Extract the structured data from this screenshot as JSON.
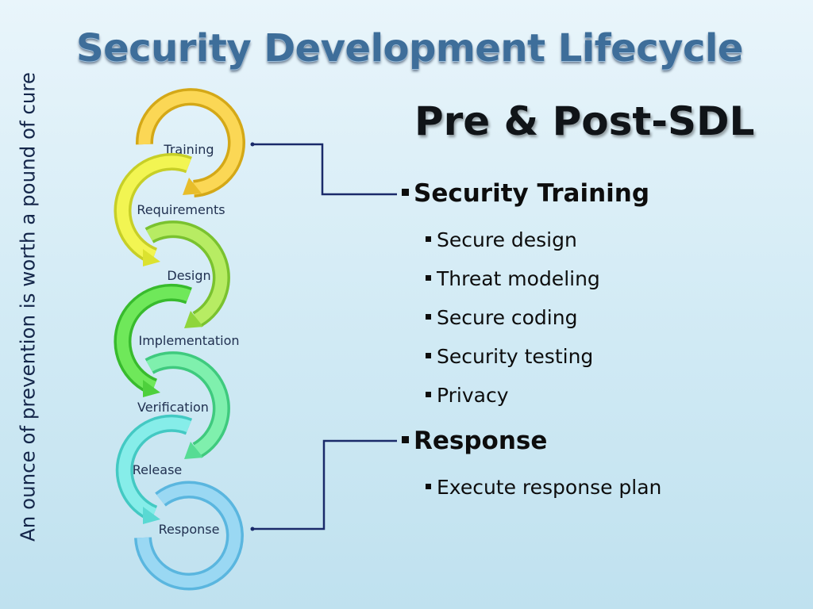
{
  "slide": {
    "title": "Security Development Lifecycle",
    "subtitle": "Pre & Post-SDL",
    "side_quote": "An ounce of prevention is worth a pound of cure"
  },
  "stages": [
    {
      "label": "Training"
    },
    {
      "label": "Requirements"
    },
    {
      "label": "Design"
    },
    {
      "label": "Implementation"
    },
    {
      "label": "Verification"
    },
    {
      "label": "Release"
    },
    {
      "label": "Response"
    }
  ],
  "bullets": [
    {
      "text": "Security Training",
      "children": [
        "Secure design",
        "Threat modeling",
        "Secure coding",
        "Security testing",
        "Privacy"
      ]
    },
    {
      "text": "Response",
      "children": [
        "Execute response plan"
      ]
    }
  ]
}
